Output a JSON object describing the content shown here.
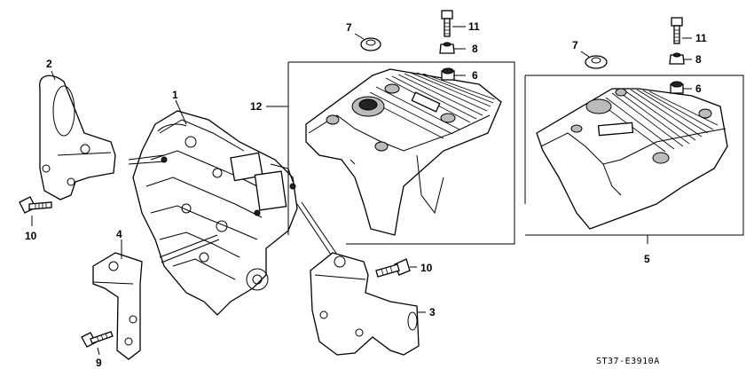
{
  "diagram": {
    "ref_code": "ST37-E3910A",
    "callouts": {
      "p1": "1",
      "p2": "2",
      "p3": "3",
      "p4": "4",
      "p5": "5",
      "p6a": "6",
      "p6b": "6",
      "p7a": "7",
      "p7b": "7",
      "p8a": "8",
      "p8b": "8",
      "p9": "9",
      "p10a": "10",
      "p10b": "10",
      "p11a": "11",
      "p11b": "11",
      "p12": "12"
    }
  }
}
